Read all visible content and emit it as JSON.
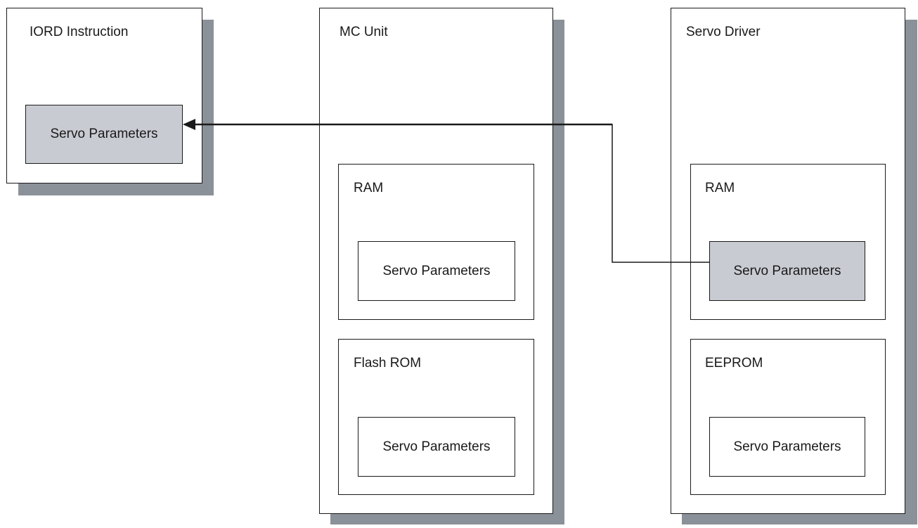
{
  "diagram": {
    "iord_block": {
      "title": "IORD Instruction",
      "params_label": "Servo Parameters"
    },
    "mc_unit": {
      "title": "MC Unit",
      "ram": {
        "title": "RAM",
        "params_label": "Servo Parameters"
      },
      "flash_rom": {
        "title": "Flash ROM",
        "params_label": "Servo Parameters"
      }
    },
    "servo_driver": {
      "title": "Servo Driver",
      "ram": {
        "title": "RAM",
        "params_label": "Servo Parameters"
      },
      "eeprom": {
        "title": "EEPROM",
        "params_label": "Servo Parameters"
      }
    },
    "colors": {
      "highlight": "#c9cbd3",
      "shadow": "#8a9198",
      "line": "#1a1a1a"
    }
  }
}
